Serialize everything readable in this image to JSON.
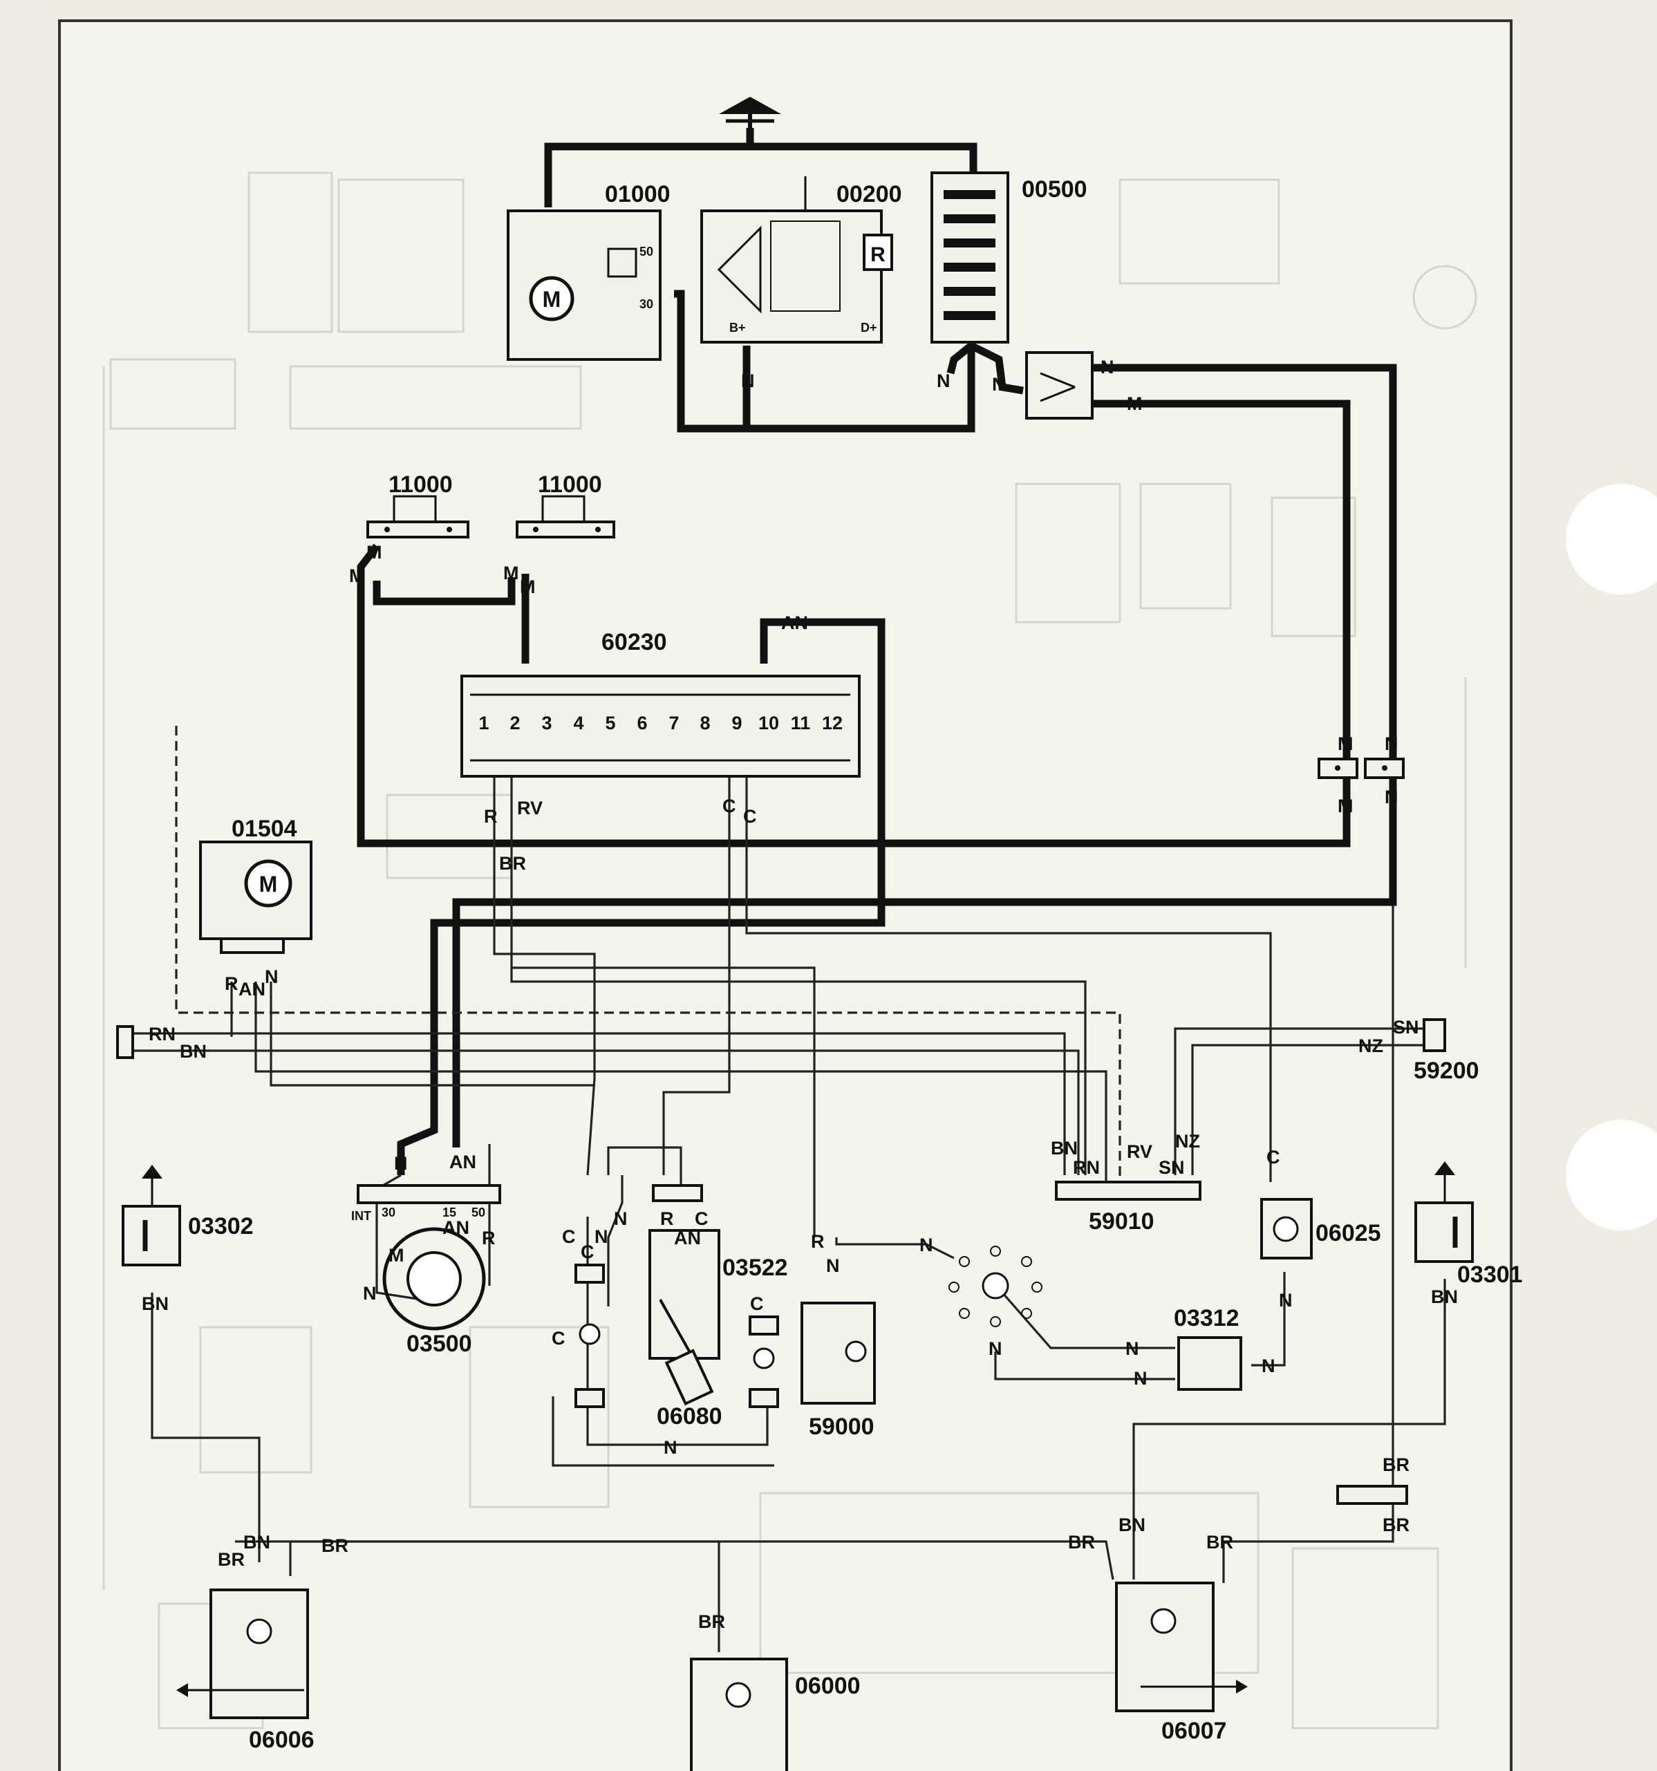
{
  "components": {
    "starter": {
      "code": "01000",
      "motor_symbol": "M",
      "terminal_50": "50",
      "terminal_30": "30"
    },
    "alternator": {
      "code": "00200",
      "regulator_symbol": "R",
      "terminal_bplus": "B+",
      "terminal_dplus": "D+"
    },
    "battery": {
      "code": "00500"
    },
    "horn_left": {
      "code": "11000"
    },
    "horn_right": {
      "code": "11000"
    },
    "fusebox": {
      "code": "60230",
      "fuses": [
        "1",
        "2",
        "3",
        "4",
        "5",
        "6",
        "7",
        "8",
        "9",
        "10",
        "11",
        "12"
      ]
    },
    "wiper_motor": {
      "code": "01504",
      "motor_symbol": "M"
    },
    "ignition_switch": {
      "code": "03500",
      "terminal_int": "INT",
      "terminal_30": "30",
      "terminal_15": "15",
      "terminal_50": "50"
    },
    "door_switch_left": {
      "code": "03302"
    },
    "door_switch_right": {
      "code": "03301"
    },
    "handbrake_switch": {
      "code": "03522"
    },
    "glovebox_lamp": {
      "code": "06080"
    },
    "instrument_panel": {
      "code": "59000"
    },
    "connector_59010": {
      "code": "59010"
    },
    "connector_59200": {
      "code": "59200"
    },
    "switch_03312": {
      "code": "03312"
    },
    "lamp_06025": {
      "code": "06025"
    },
    "courtesy_lamp_left": {
      "code": "06006"
    },
    "courtesy_lamp_center": {
      "code": "06000"
    },
    "courtesy_lamp_right": {
      "code": "06007"
    }
  },
  "wire_colors": {
    "N": "N",
    "M": "M",
    "AN": "AN",
    "R": "R",
    "RV": "RV",
    "BR": "BR",
    "C": "C",
    "RN": "RN",
    "BN": "BN",
    "SN": "SN",
    "NZ": "NZ"
  }
}
